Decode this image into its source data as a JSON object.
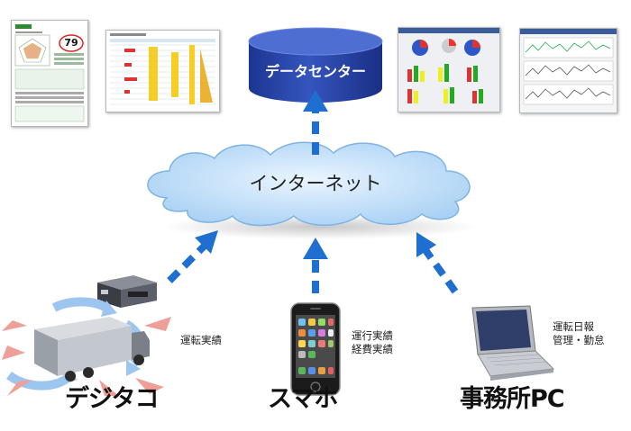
{
  "datacenter": {
    "label": "データセンター"
  },
  "internet": {
    "label": "インターネット"
  },
  "report_sheet": {
    "score": "79"
  },
  "nodes": {
    "digitacho": {
      "label": "デジタコ",
      "caption_lines": [
        "運転実績"
      ]
    },
    "smartphone": {
      "label": "スマホ",
      "caption_lines": [
        "運行実績",
        "経費実績"
      ]
    },
    "office_pc": {
      "label": "事務所PC",
      "caption_lines": [
        "運転日報",
        "管理・勤怠"
      ]
    }
  },
  "colors": {
    "cylinder": "#2a45a8",
    "arrow": "#1e6fd0",
    "cloud": "#cfe6fb",
    "red_arrow": "#e8918a",
    "blue_arrow": "#7fb2e5"
  }
}
